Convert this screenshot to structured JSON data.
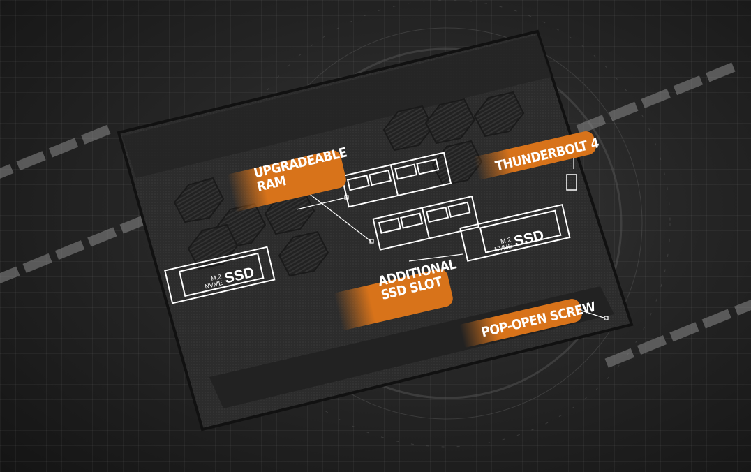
{
  "labels": {
    "ram": [
      "UPGRADEABLE",
      "RAM"
    ],
    "thunderbolt": "THUNDERBOLT 4",
    "ssd_slot": [
      "ADDITIONAL",
      "SSD SLOT"
    ],
    "screw": "POP-OPEN SCREW"
  },
  "ssd": {
    "small_1": "M.2",
    "small_2": "NVME",
    "big": "SSD"
  },
  "colors": {
    "accent": "#d8731a",
    "background": "#1e1e1e",
    "chassis": "#2b2b2b"
  }
}
